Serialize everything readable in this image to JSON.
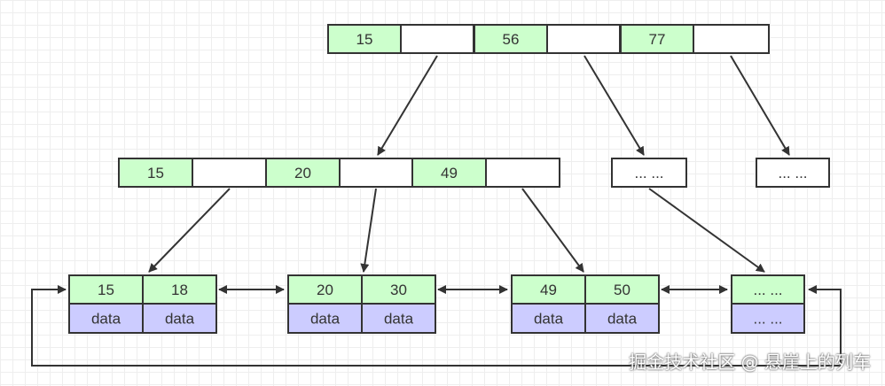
{
  "colors": {
    "key": "#ccffcc",
    "data": "#ccccff",
    "empty": "#ffffff",
    "stroke": "#333333",
    "arrow": "#333333"
  },
  "root": {
    "keys": [
      "15",
      "",
      "56",
      "",
      "77",
      ""
    ]
  },
  "internal": {
    "left": {
      "keys": [
        "15",
        "",
        "20",
        "",
        "49",
        ""
      ]
    },
    "middle": {
      "label": "... ..."
    },
    "right": {
      "label": "... ..."
    }
  },
  "leaves": [
    {
      "keys": [
        "15",
        "18"
      ],
      "data": [
        "data",
        "data"
      ]
    },
    {
      "keys": [
        "20",
        "30"
      ],
      "data": [
        "data",
        "data"
      ]
    },
    {
      "keys": [
        "49",
        "50"
      ],
      "data": [
        "data",
        "data"
      ]
    },
    {
      "keys": [
        "... ..."
      ],
      "data": [
        "... ..."
      ]
    }
  ],
  "watermark": "掘金技术社区 @ 悬崖上的列车"
}
